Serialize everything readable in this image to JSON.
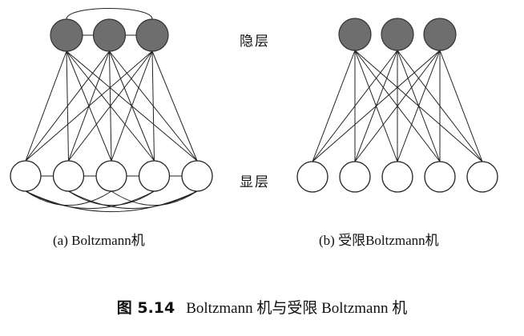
{
  "labels": {
    "hidden_layer": "隐层",
    "visible_layer": "显层"
  },
  "diagrams": [
    {
      "id": "boltzmann",
      "caption": "(a) Boltzmann机",
      "hidden_units": 3,
      "visible_units": 5,
      "intra_layer_connections": true
    },
    {
      "id": "rbm",
      "caption": "(b) 受限Boltzmann机",
      "hidden_units": 3,
      "visible_units": 5,
      "intra_layer_connections": false
    }
  ],
  "figure": {
    "number": "图 5.14",
    "title": "Boltzmann 机与受限 Boltzmann 机"
  },
  "colors": {
    "hidden_fill": "#6e6e6e",
    "visible_fill": "#ffffff",
    "stroke": "#222222"
  }
}
